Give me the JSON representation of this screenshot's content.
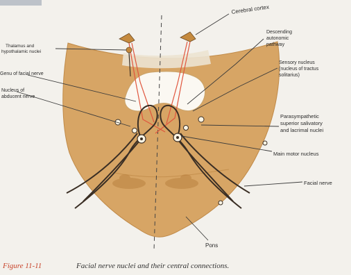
{
  "labels": {
    "cerebral_cortex": "Cerebral cortex",
    "thalamus": [
      "Thalamus and",
      "hypothalamic nuclei"
    ],
    "descending": [
      "Descending",
      "autonomic",
      "pathway"
    ],
    "sensory": [
      "Sensory nucleus",
      "(nucleus of tractus",
      "solitarius)"
    ],
    "genu": "Genu of facial nerve",
    "nucleus_abducent": [
      "Nucleus of",
      "abducent nerve"
    ],
    "parasympathetic": [
      "Parasympathetic",
      "superior salivatory",
      "and lacrimal nuclei"
    ],
    "main_motor": "Main motor nucleus",
    "facial_nerve": "Facial nerve",
    "pons": "Pons"
  },
  "caption": {
    "figure": "Figure 11-11",
    "text": "Facial nerve nuclei and their central connections."
  },
  "colors": {
    "pons_fill": "#d7a565",
    "pons_edge": "#c08a48",
    "page": "#f3f1ec",
    "nerve": "#3a2e24",
    "tract": "#e0553d",
    "leader": "#3b3b3b"
  }
}
